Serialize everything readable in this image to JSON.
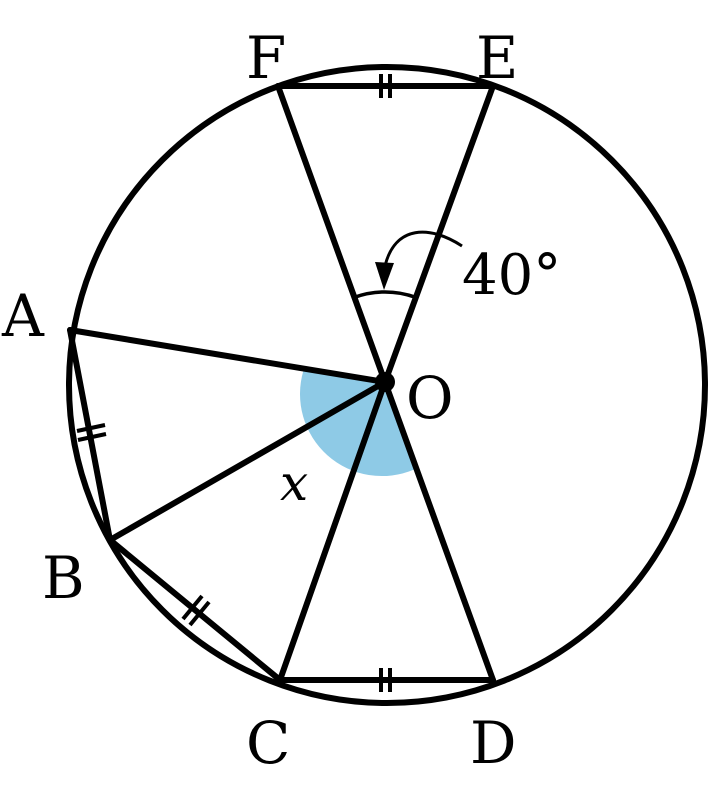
{
  "points": {
    "A": "A",
    "B": "B",
    "C": "C",
    "D": "D",
    "E": "E",
    "F": "F",
    "O": "O"
  },
  "angle_label": "40°",
  "unknown_label": "x",
  "colors": {
    "line": "#000000",
    "highlight": "#8ecae6"
  }
}
